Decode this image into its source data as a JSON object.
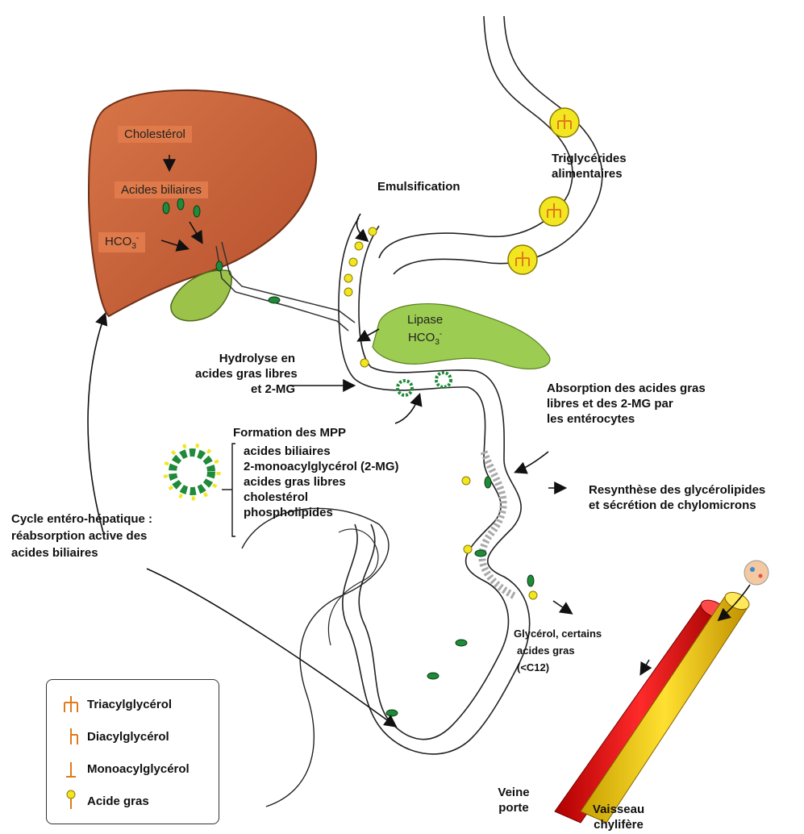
{
  "liver": {
    "cholesterol": "Cholestérol",
    "bile_acids": "Acides biliaires",
    "bicarbonate": "HCO",
    "bicarbonate_sub": "3",
    "bicarbonate_sup": "-"
  },
  "pancreas": {
    "lipase": "Lipase",
    "bicarbonate": "HCO",
    "bicarbonate_sub": "3",
    "bicarbonate_sup": "-"
  },
  "labels": {
    "triglycerides_line1": "Triglycérides",
    "triglycerides_line2": "alimentaires",
    "emulsification": "Emulsification",
    "hydrolysis_line1": "Hydrolyse en",
    "hydrolysis_line2": "acides gras libres",
    "hydrolysis_line3": "et 2-MG",
    "absorption_line1": "Absorption des acides gras",
    "absorption_line2": "libres et des 2-MG par",
    "absorption_line3": "les entérocytes",
    "resynthesis_line1": "Resynthèse des glycérolipides",
    "resynthesis_line2": "et sécrétion de chylomicrons",
    "glycerol_line1": "Glycérol, certains",
    "glycerol_line2": "acides gras",
    "glycerol_line3": "(<C12)",
    "cycle_line1": "Cycle entéro-hépatique :",
    "cycle_line2": "réabsorption active des",
    "cycle_line3": "acides biliaires",
    "vein_line1": "Veine",
    "vein_line2": "porte",
    "lymph_line1": "Vaisseau",
    "lymph_line2": "chylifère"
  },
  "mpp": {
    "title": "Formation des MPP",
    "components": [
      "acides biliaires",
      "2-monoacylglycérol (2-MG)",
      "acides gras libres",
      "cholestérol",
      "phospholipides"
    ]
  },
  "legend": {
    "items": [
      {
        "label": "Triacylglycérol",
        "icon": "triacylglycerol-icon"
      },
      {
        "label": "Diacylglycérol",
        "icon": "diacylglycerol-icon"
      },
      {
        "label": "Monoacylglycérol",
        "icon": "monoacylglycerol-icon"
      },
      {
        "label": "Acide gras",
        "icon": "fatty-acid-icon"
      }
    ]
  },
  "colors": {
    "liver": "#c8603a",
    "gallbladder": "#9cc24a",
    "pancreas": "#9ccc52",
    "bile_acid": "#1f8a3a",
    "fat_droplet": "#f2e620",
    "glyceride_symbol": "#e07a1a",
    "portal_vein": "#e02020",
    "lymph_vessel": "#f0c800"
  }
}
